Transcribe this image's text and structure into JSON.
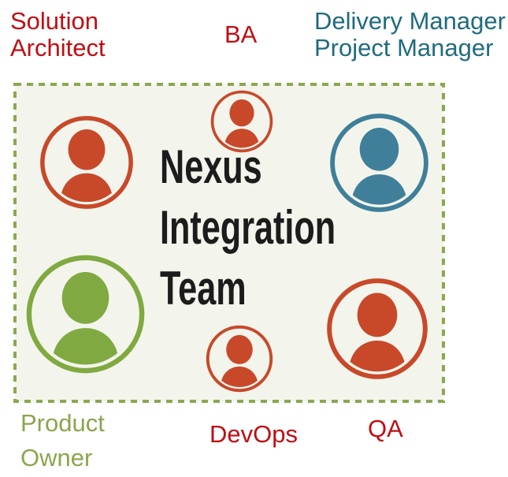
{
  "diagram_title": "Nexus Integration Team",
  "center_title": {
    "line1": "Nexus",
    "line2": "Integration",
    "line3": "Team"
  },
  "labels": {
    "solution_architect": {
      "line1": "Solution",
      "line2": "Architect"
    },
    "ba": {
      "text": "BA"
    },
    "delivery_project": {
      "line1": "Delivery Manager",
      "line2": "Project Manager"
    },
    "product_owner": {
      "line1": "Product",
      "line2": "Owner"
    },
    "devops": {
      "text": "DevOps"
    },
    "qa": {
      "text": "QA"
    }
  },
  "icons": {
    "solution_architect": {
      "icon": "person-icon",
      "color": "#c8492a"
    },
    "ba": {
      "icon": "person-icon",
      "color": "#c8492a"
    },
    "delivery_manager": {
      "icon": "person-icon",
      "color": "#3f7f9a"
    },
    "product_owner": {
      "icon": "person-icon",
      "color": "#80aa41"
    },
    "devops": {
      "icon": "person-icon",
      "color": "#c8492a"
    },
    "qa": {
      "icon": "person-icon",
      "color": "#c8492a"
    }
  },
  "colors": {
    "label_red": "#c00d12",
    "label_teal": "#1f6b7f",
    "label_green": "#8aa64e",
    "icon_red": "#c8492a",
    "icon_teal": "#3f7f9a",
    "icon_green": "#80aa41",
    "box_border": "#8aa850",
    "box_bg": "#f3f5ec",
    "title_text": "#1c1c1c"
  }
}
